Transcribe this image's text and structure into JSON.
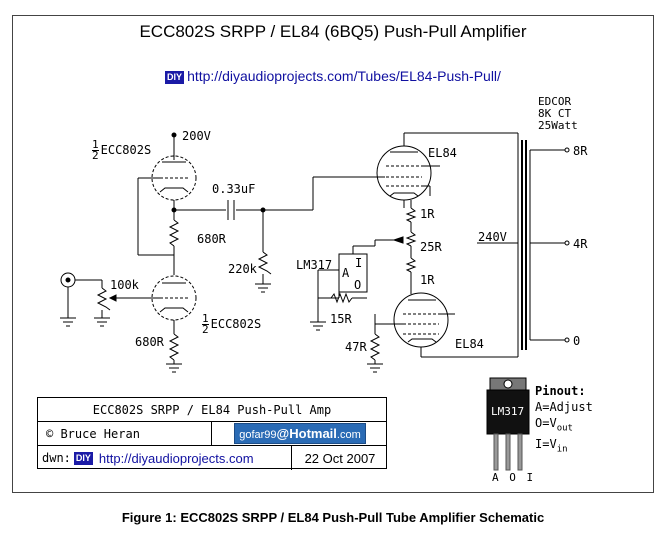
{
  "title": "ECC802S SRPP / EL84 (6BQ5) Push-Pull Amplifier",
  "url_badge": "DIY",
  "url": "http://diyaudioprojects.com/Tubes/EL84-Push-Pull/",
  "transformer": {
    "line1": "EDCOR",
    "line2": "8K CT",
    "line3": "25Watt"
  },
  "labels": {
    "b_plus": "200V",
    "tube_top_prefix_num": "1",
    "tube_top_prefix_den": "2",
    "tube_top_name": "ECC802S",
    "tube_bot_prefix_num": "1",
    "tube_bot_prefix_den": "2",
    "tube_bot_name": "ECC802S",
    "cap": "0.33uF",
    "r680_top": "680R",
    "r680_bot": "680R",
    "r220k": "220k",
    "pot100k": "100k",
    "el84_top": "EL84",
    "el84_bot": "EL84",
    "r1r_top": "1R",
    "r1r_bot": "1R",
    "r25r": "25R",
    "r47r": "47R",
    "r15r": "15R",
    "lm317": "LM317",
    "reg_a": "A",
    "reg_i": "I",
    "reg_o": "O",
    "v240": "240V",
    "out_8r": "8R",
    "out_4r": "4R",
    "out_0": "0"
  },
  "pinout": {
    "heading": "Pinout:",
    "chip": "LM317",
    "a": "A=Adjust",
    "o": "O=V",
    "o_sub": "out",
    "i": "I=V",
    "i_sub": "in",
    "pins": "A O I"
  },
  "title_block": {
    "name": "ECC802S SRPP / EL84 Push-Pull Amp",
    "author": "© Bruce Heran",
    "email_user": "gofar99",
    "email_at": "@",
    "email_domain": "Hotmail",
    "email_tld": ".com",
    "dwn_label": "dwn:",
    "dwn_badge": "DIY",
    "dwn_url": "http://diyaudioprojects.com",
    "date": "22 Oct 2007"
  },
  "caption": "Figure 1: ECC802S SRPP / EL84 Push-Pull Tube Amplifier Schematic"
}
